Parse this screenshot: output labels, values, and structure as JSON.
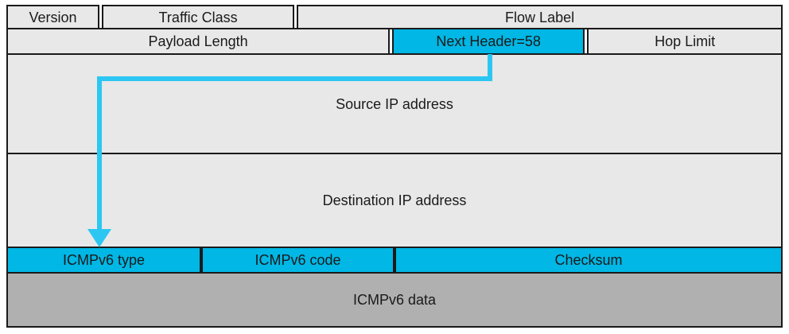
{
  "colors": {
    "highlight": "#00b7e5",
    "arrow": "#2cc6f2",
    "field_bg": "#e8e8e8",
    "data_bg": "#b0b0b0",
    "border": "#1a1a1a"
  },
  "ipv6_header": {
    "version": "Version",
    "traffic_class": "Traffic Class",
    "flow_label": "Flow Label",
    "payload_length": "Payload Length",
    "next_header": "Next Header=58",
    "hop_limit": "Hop Limit",
    "source": "Source IP address",
    "destination": "Destination IP address"
  },
  "icmpv6": {
    "type": "ICMPv6 type",
    "code": "ICMPv6 code",
    "checksum": "Checksum",
    "data": "ICMPv6 data"
  }
}
